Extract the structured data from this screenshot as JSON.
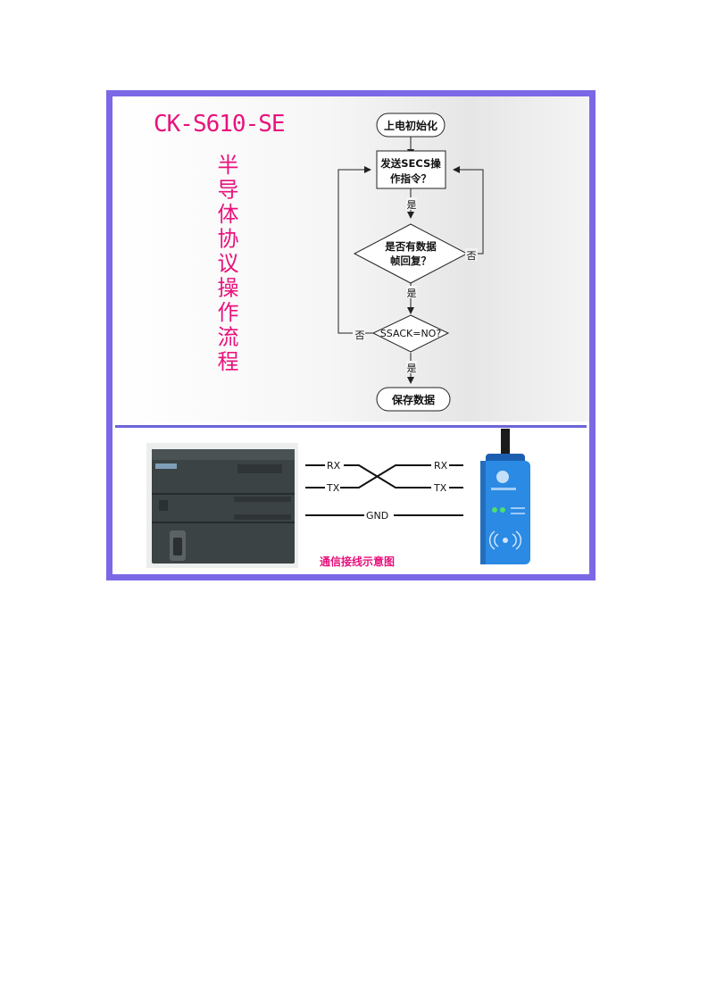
{
  "header": {
    "title": "CK-S610-SE",
    "subtitle_vertical": "半导体协议操作流程"
  },
  "flowchart": {
    "start": "上电初始化",
    "send_line1": "发送SECS操",
    "send_line2": "作指令？",
    "decision1_line1": "是否有数据",
    "decision1_line2": "帧回复？",
    "decision2": "SSACK=NO?",
    "end": "保存数据",
    "yes_label": "是",
    "no_label": "否"
  },
  "wiring": {
    "left_rx": "RX",
    "left_tx": "TX",
    "right_rx": "RX",
    "right_tx": "TX",
    "gnd": "GND",
    "caption": "通信接线示意图"
  },
  "colors": {
    "frame_border": "#7b68e6",
    "title_pink": "#e8127c",
    "plc_body": "#3c4345",
    "reader_blue": "#2b8ae3"
  },
  "icons": {
    "plc": "plc-controller-icon",
    "reader": "rfid-reader-icon"
  }
}
